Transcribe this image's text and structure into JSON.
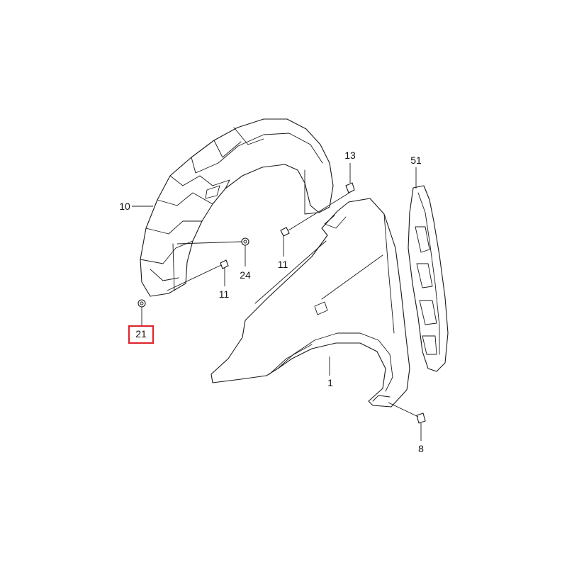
{
  "callouts": {
    "fender": "1",
    "screw_bottom": "8",
    "wheel_liner": "10",
    "screw_top": "11",
    "screw_lower": "11",
    "clip_13": "13",
    "clip_21": "21",
    "clip_24": "24",
    "bracket": "51"
  },
  "highlight": {
    "target": "21",
    "color": "#e0202a"
  }
}
